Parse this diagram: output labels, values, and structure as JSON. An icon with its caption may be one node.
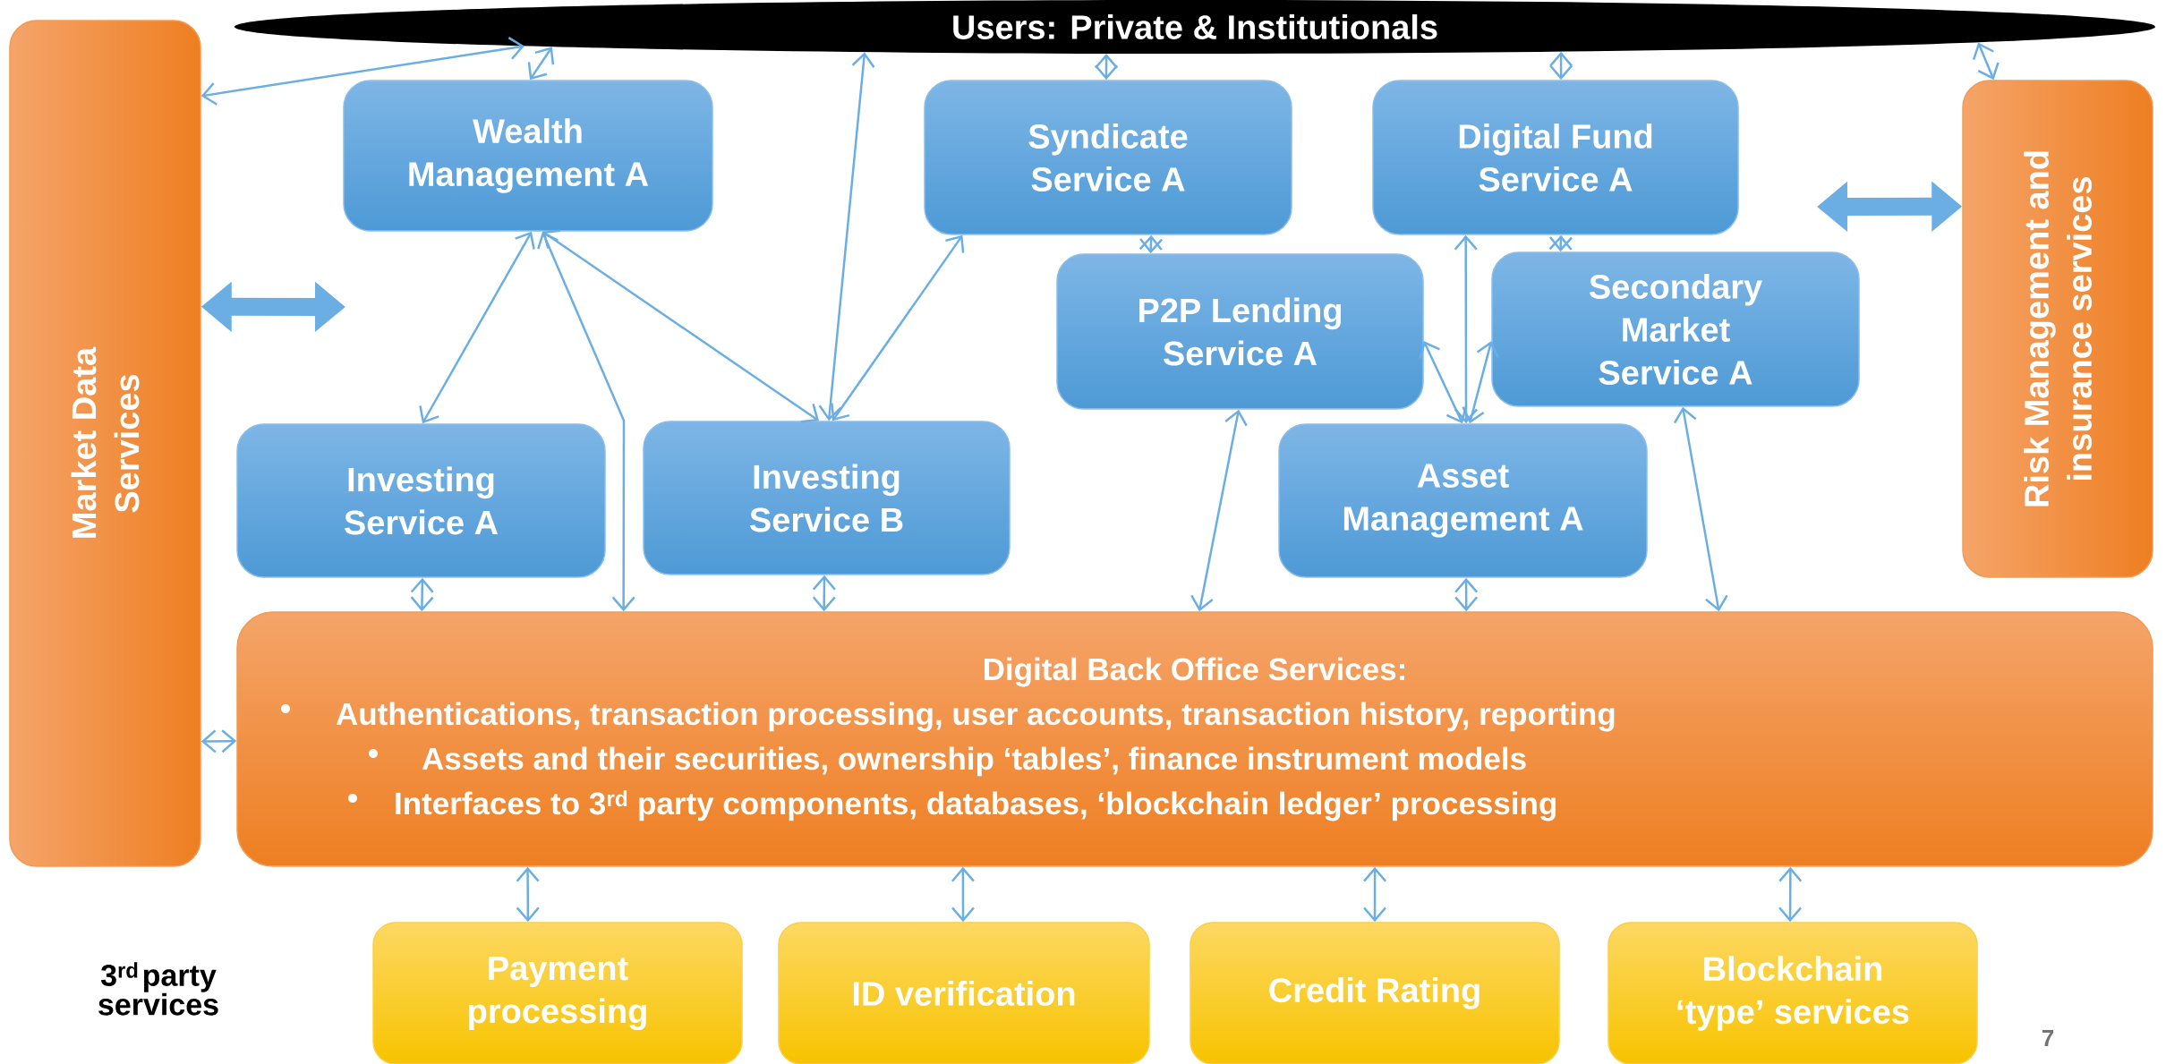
{
  "diagram": {
    "nodes": [
      {
        "text": [
          "Users: Private & Institutionals"
        ]
      },
      {
        "text": [
          "Market Data Services"
        ]
      },
      {
        "text": [
          "Wealth Management A"
        ]
      },
      {
        "text": [
          "Syndicate Service A"
        ]
      },
      {
        "text": [
          "Digital Fund Service A"
        ]
      },
      {
        "text": [
          "Risk Management and insurance services"
        ]
      },
      {
        "text": [
          "P2P Lending Service A"
        ]
      },
      {
        "text": [
          "Secondary Market Service A"
        ]
      },
      {
        "text": [
          "Investing Service A"
        ]
      },
      {
        "text": [
          "Investing Service B"
        ]
      },
      {
        "text": [
          "Asset Management A"
        ]
      },
      {
        "text": [
          "Digital Back Office Services:",
          "Authentications, transaction processing, user accounts, transaction history, reporting",
          "Assets and their securities, ownership ‘tables’, finance instrument models",
          "Interfaces to 3$^{rd}$ party components, databases, ‘blockchain ledger’ processing"
        ]
      },
      {
        "text": [
          "Payment processing"
        ]
      },
      {
        "text": [
          "ID verification"
        ]
      },
      {
        "text": [
          "Credit Rating"
        ]
      },
      {
        "text": [
          "Blockchain ‘type’ services"
        ]
      }
    ],
    "edges": [
      {
        "from": 0,
        "to": 1,
        "arrow": "both"
      },
      {
        "from": 0,
        "to": 2,
        "arrow": "both"
      },
      {
        "from": 0,
        "to": 9,
        "arrow": "both"
      },
      {
        "from": 0,
        "to": 3,
        "arrow": "both"
      },
      {
        "from": 0,
        "to": 4,
        "arrow": "both"
      },
      {
        "from": 0,
        "to": 5,
        "arrow": "both"
      },
      {
        "from": 1,
        "to": null,
        "arrow": "both",
        "style": "thick"
      },
      {
        "from": 5,
        "to": null,
        "arrow": "both",
        "style": "thick"
      },
      {
        "from": 2,
        "to": 8,
        "arrow": "both"
      },
      {
        "from": 2,
        "to": 11,
        "arrow": "both"
      },
      {
        "from": 2,
        "to": 9,
        "arrow": "both"
      },
      {
        "from": 9,
        "to": 3,
        "arrow": "both"
      },
      {
        "from": 3,
        "to": 6,
        "arrow": "both"
      },
      {
        "from": 4,
        "to": 7,
        "arrow": "both"
      },
      {
        "from": 4,
        "to": 10,
        "arrow": "both"
      },
      {
        "from": 6,
        "to": 10,
        "arrow": "both"
      },
      {
        "from": 7,
        "to": 10,
        "arrow": "both"
      },
      {
        "from": 6,
        "to": 11,
        "arrow": "both"
      },
      {
        "from": 7,
        "to": 11,
        "arrow": "both"
      },
      {
        "from": 8,
        "to": 11,
        "arrow": "both"
      },
      {
        "from": 9,
        "to": 11,
        "arrow": "both"
      },
      {
        "from": 10,
        "to": 11,
        "arrow": "both"
      },
      {
        "from": 1,
        "to": 11,
        "arrow": "both"
      },
      {
        "from": 11,
        "to": 12,
        "arrow": "both"
      },
      {
        "from": 11,
        "to": 13,
        "arrow": "both"
      },
      {
        "from": 11,
        "to": 14,
        "arrow": "both"
      },
      {
        "from": 11,
        "to": 15,
        "arrow": "both"
      }
    ],
    "labels": [
      "3$^{rd}$ party services",
      "7"
    ]
  }
}
